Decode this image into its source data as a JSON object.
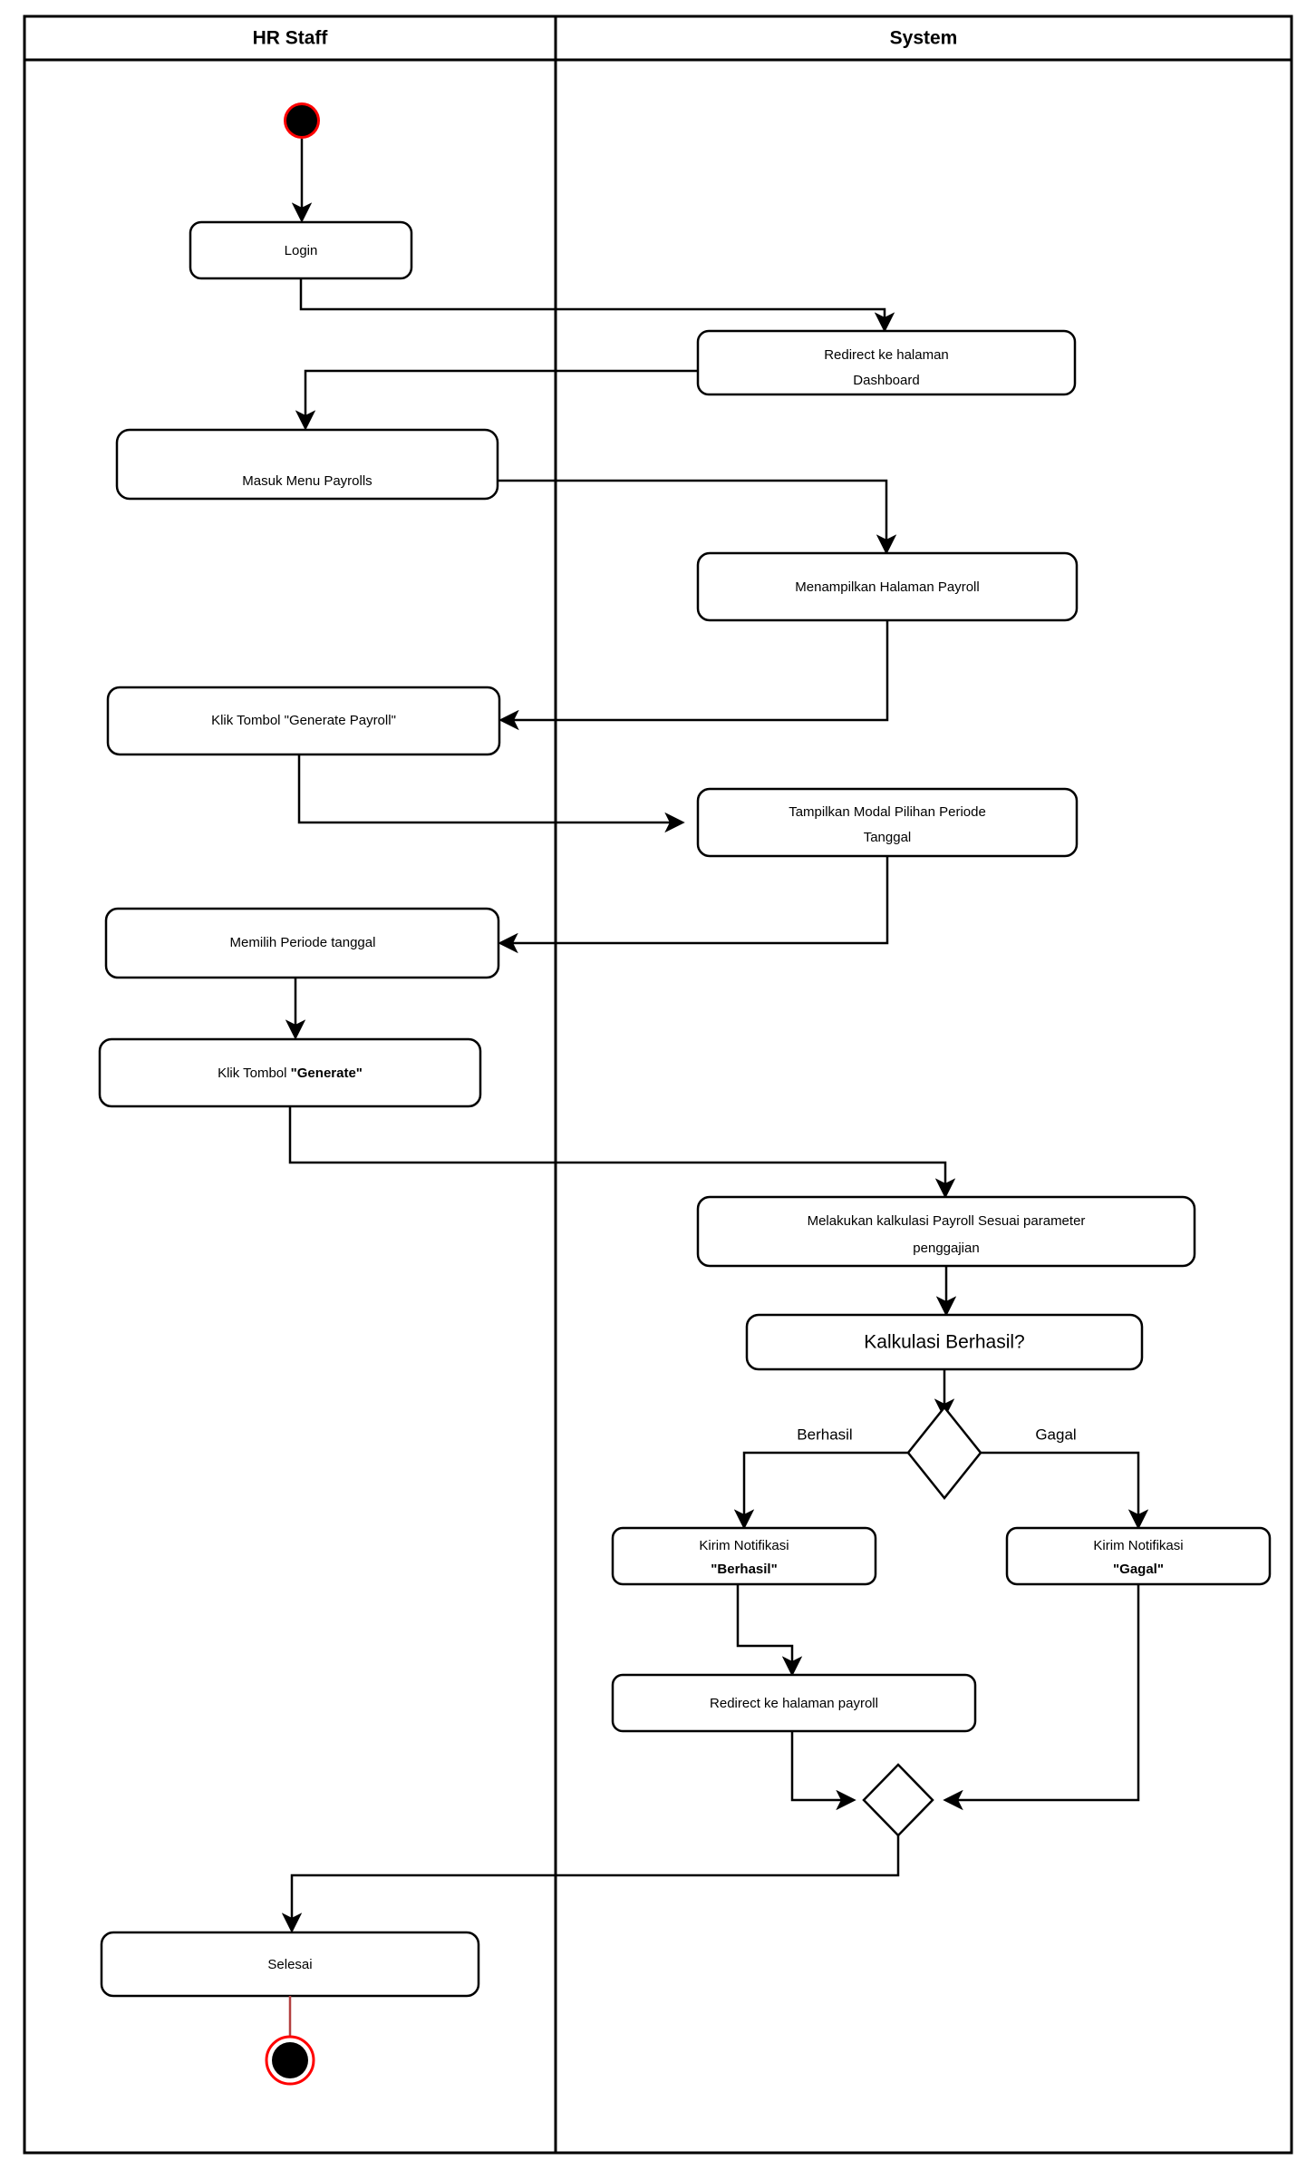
{
  "diagram": {
    "type": "uml-activity-diagram",
    "title_present": false,
    "lanes": [
      {
        "id": "hr",
        "label": "HR Staff"
      },
      {
        "id": "system",
        "label": "System"
      }
    ],
    "nodes": [
      {
        "id": "start",
        "kind": "initial-node",
        "lane": "hr",
        "label": ""
      },
      {
        "id": "login",
        "kind": "action",
        "lane": "hr",
        "label": "Login"
      },
      {
        "id": "redirect-dashboard",
        "kind": "action",
        "lane": "system",
        "label_line1": "Redirect ke halaman",
        "label_line2": "Dashboard"
      },
      {
        "id": "masuk-menu-payrolls",
        "kind": "action",
        "lane": "hr",
        "label": "Masuk Menu Payrolls"
      },
      {
        "id": "menampilkan-halaman-payroll",
        "kind": "action",
        "lane": "system",
        "label": "Menampilkan Halaman Payroll"
      },
      {
        "id": "klik-generate-payroll",
        "kind": "action",
        "lane": "hr",
        "label": "Klik Tombol \"Generate Payroll\""
      },
      {
        "id": "tampilkan-modal",
        "kind": "action",
        "lane": "system",
        "label_line1": "Tampilkan Modal Pilihan Periode",
        "label_line2": "Tanggal"
      },
      {
        "id": "memilih-periode",
        "kind": "action",
        "lane": "hr",
        "label": "Memilih Periode tanggal"
      },
      {
        "id": "klik-generate",
        "kind": "action",
        "lane": "hr",
        "label_plain": "Klik Tombol ",
        "label_bold": "\"Generate\""
      },
      {
        "id": "kalkulasi",
        "kind": "action",
        "lane": "system",
        "label_line1": "Melakukan kalkulasi Payroll Sesuai parameter",
        "label_line2": "penggajian"
      },
      {
        "id": "kalkulasi-berhasil",
        "kind": "action",
        "lane": "system",
        "label": "Kalkulasi Berhasil?"
      },
      {
        "id": "decision",
        "kind": "decision-node",
        "lane": "system",
        "label": ""
      },
      {
        "id": "notif-berhasil",
        "kind": "action",
        "lane": "system",
        "label_line1": "Kirim Notifikasi",
        "label_line2_bold": "\"Berhasil\""
      },
      {
        "id": "notif-gagal",
        "kind": "action",
        "lane": "system",
        "label_line1": "Kirim Notifikasi",
        "label_line2_bold": "\"Gagal\""
      },
      {
        "id": "redirect-payroll",
        "kind": "action",
        "lane": "system",
        "label": "Redirect ke halaman payroll"
      },
      {
        "id": "merge",
        "kind": "merge-node",
        "lane": "system",
        "label": ""
      },
      {
        "id": "selesai",
        "kind": "action",
        "lane": "hr",
        "label": "Selesai"
      },
      {
        "id": "end",
        "kind": "final-node",
        "lane": "hr",
        "label": ""
      }
    ],
    "edge_labels": {
      "berhasil": "Berhasil",
      "gagal": "Gagal"
    },
    "colors": {
      "stroke": "#000000",
      "fill": "#ffffff",
      "node_accent": "#ff0000",
      "final_flow": "#b34040"
    }
  }
}
